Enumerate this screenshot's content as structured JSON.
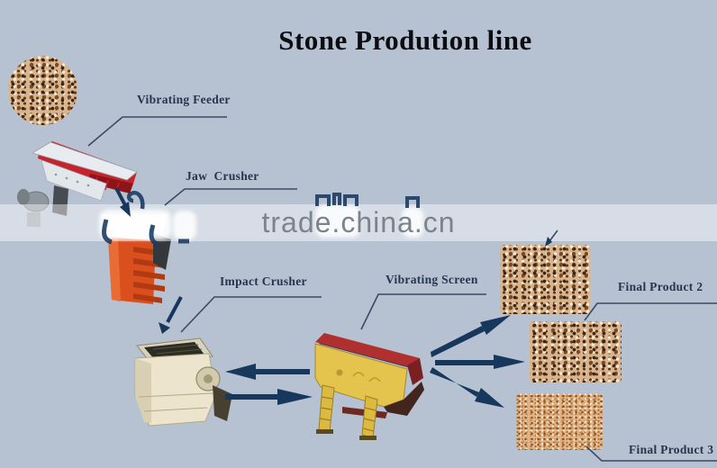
{
  "title": "Stone Prodution line",
  "watermark": {
    "text": "trade.china.cn"
  },
  "equipment_labels": {
    "vibrating_feeder": "Vibrating Feeder",
    "jaw_crusher": "Jaw  Crusher",
    "impact_crusher": "Impact Crusher",
    "vibrating_screen": "Vibrating Screen"
  },
  "product_labels": {
    "final_product_2": "Final Product 2",
    "final_product_3": "Final Product 3"
  },
  "icons": {
    "flow_arrow": "flow-arrow-icon",
    "leader_line": "label-leader-line",
    "stone_pile": "stone-pile-photo"
  },
  "colors": {
    "background": "#b6c2d1",
    "arrow_navy": "#17375c",
    "leader_line": "#3a4a63",
    "label_text": "#26354d",
    "title_text": "#0b0b12",
    "watermark_text": "#7b838d",
    "watermark_band": "rgba(255,255,255,0.45)",
    "feeder_red": "#c6232b",
    "jaw_crusher_orange": "#d94f1e",
    "impact_crusher_beige": "#ece4cd",
    "screen_yellow": "#e5c44e",
    "screen_deck_maroon": "#7a2020",
    "stone_tan_coarse": "#d8b58e",
    "stone_tan_fine": "#e0b488"
  }
}
